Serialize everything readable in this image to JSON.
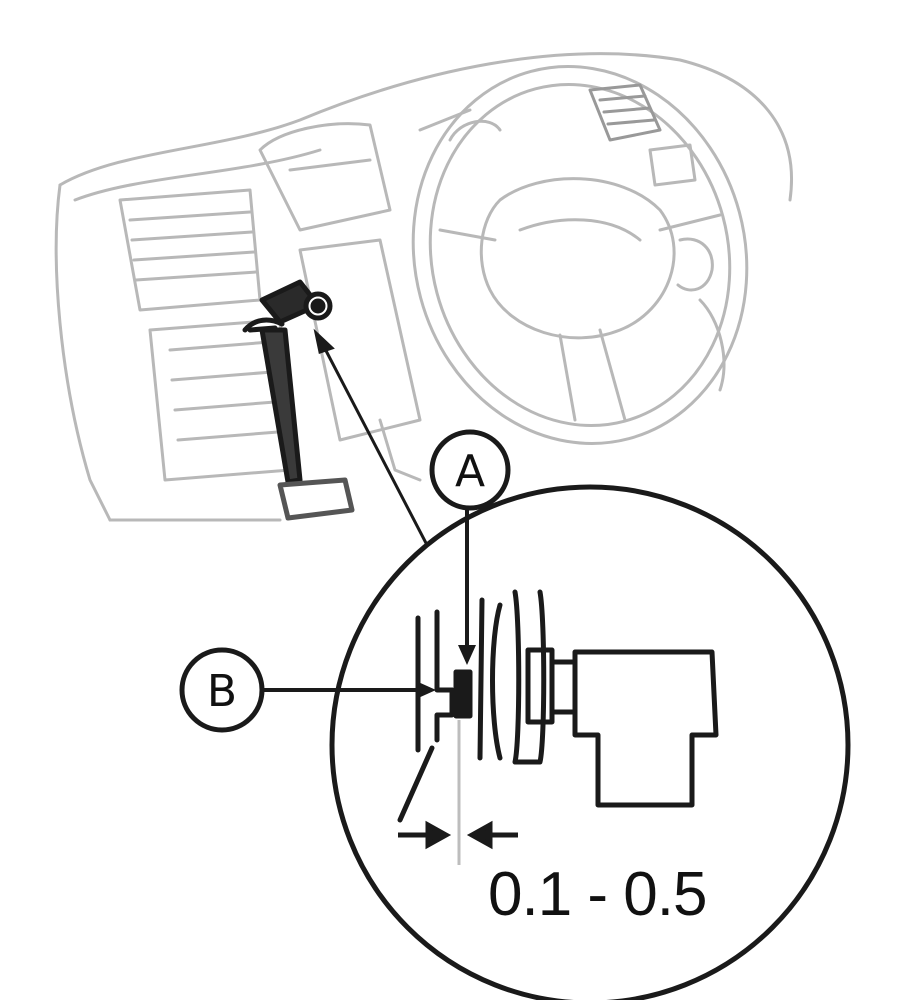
{
  "diagram": {
    "callouts": {
      "a": "A",
      "b": "B"
    },
    "measurement": "0.1 - 0.5"
  }
}
